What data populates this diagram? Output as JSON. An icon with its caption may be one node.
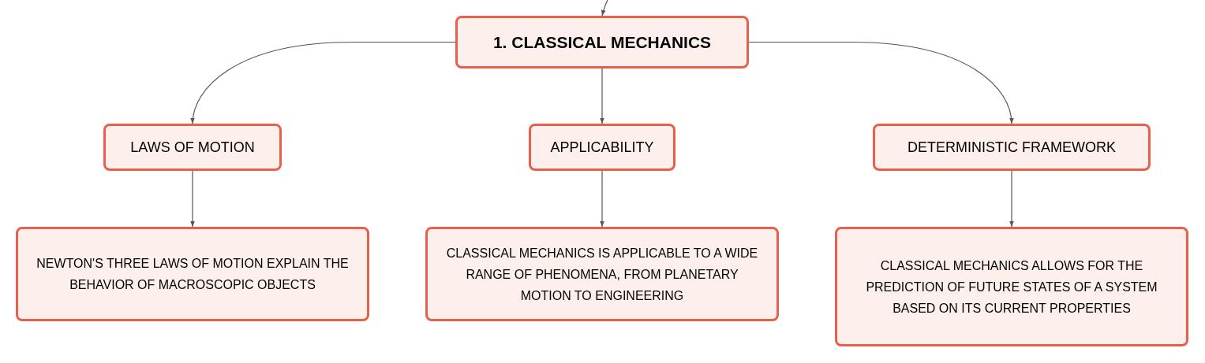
{
  "diagram": {
    "nodes": [
      {
        "text": [
          "1. CLASSICAL MECHANICS"
        ]
      },
      {
        "text": [
          "LAWS OF MOTION"
        ]
      },
      {
        "text": [
          "APPLICABILITY"
        ]
      },
      {
        "text": [
          "DETERMINISTIC FRAMEWORK"
        ]
      },
      {
        "text": [
          "NEWTON'S THREE LAWS OF MOTION EXPLAIN THE BEHAVIOR OF MACROSCOPIC OBJECTS"
        ]
      },
      {
        "text": [
          "CLASSICAL MECHANICS IS APPLICABLE TO A WIDE RANGE OF PHENOMENA, FROM PLANETARY MOTION TO ENGINEERING"
        ]
      },
      {
        "text": [
          "CLASSICAL MECHANICS ALLOWS FOR THE PREDICTION OF FUTURE STATES OF A SYSTEM BASED ON ITS CURRENT PROPERTIES"
        ]
      }
    ],
    "edges": [
      {
        "from": null,
        "to": 0,
        "arrow": "to"
      },
      {
        "from": 0,
        "to": 1,
        "arrow": "to"
      },
      {
        "from": 0,
        "to": 2,
        "arrow": "to"
      },
      {
        "from": 0,
        "to": 3,
        "arrow": "to"
      },
      {
        "from": 1,
        "to": 4,
        "arrow": "to"
      },
      {
        "from": 2,
        "to": 5,
        "arrow": "to"
      },
      {
        "from": 3,
        "to": 6,
        "arrow": "to"
      }
    ]
  }
}
